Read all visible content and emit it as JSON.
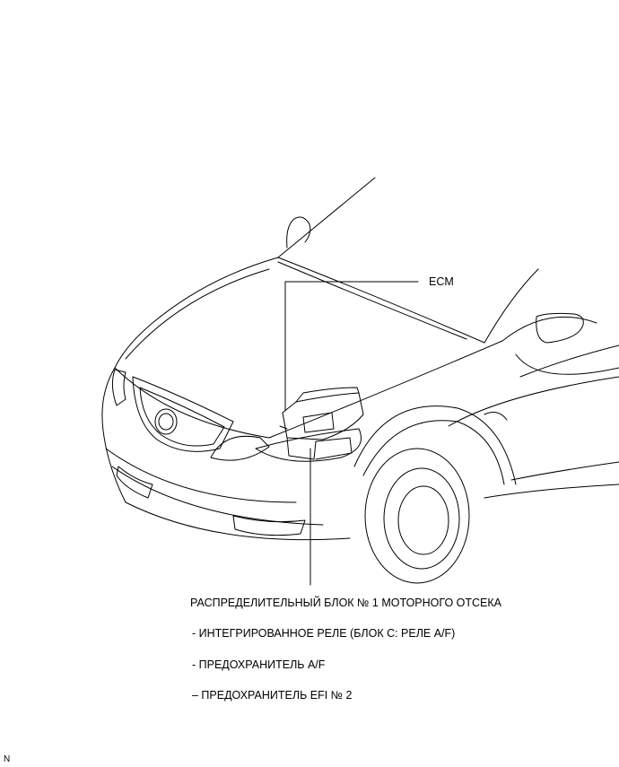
{
  "callouts": {
    "ecm": "ECM",
    "junction_block": "РАСПРЕДЕЛИТЕЛЬНЫЙ БЛОК № 1 МОТОРНОГО ОТСЕКА",
    "integrated_relay": "- ИНТЕГРИРОВАННОЕ РЕЛЕ (БЛОК С: РЕЛЕ A/F)",
    "fuse_af": "- ПРЕДОХРАНИТЕЛЬ A/F",
    "fuse_efi": "– ПРЕДОХРАНИТЕЛЬ EFI № 2"
  },
  "figure_code": "N",
  "colors": {
    "line": "#000000",
    "background": "#ffffff"
  }
}
